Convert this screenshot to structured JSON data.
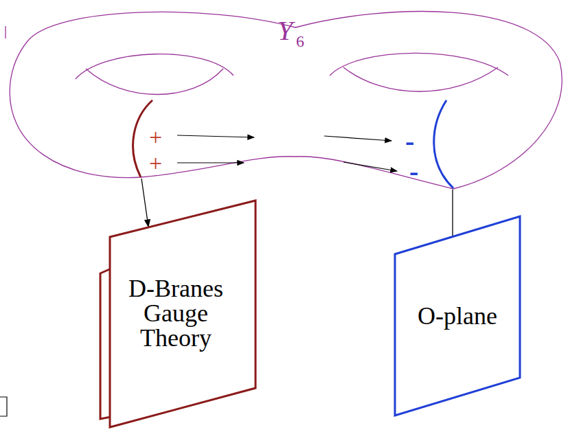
{
  "diagram": {
    "nodes": [
      {
        "text": [
          "D-Branes Gauge Theory"
        ]
      },
      {
        "text": [
          "O-plane"
        ]
      }
    ],
    "labels": [
      "Y",
      "6",
      "+",
      "+",
      "-",
      "-"
    ]
  }
}
